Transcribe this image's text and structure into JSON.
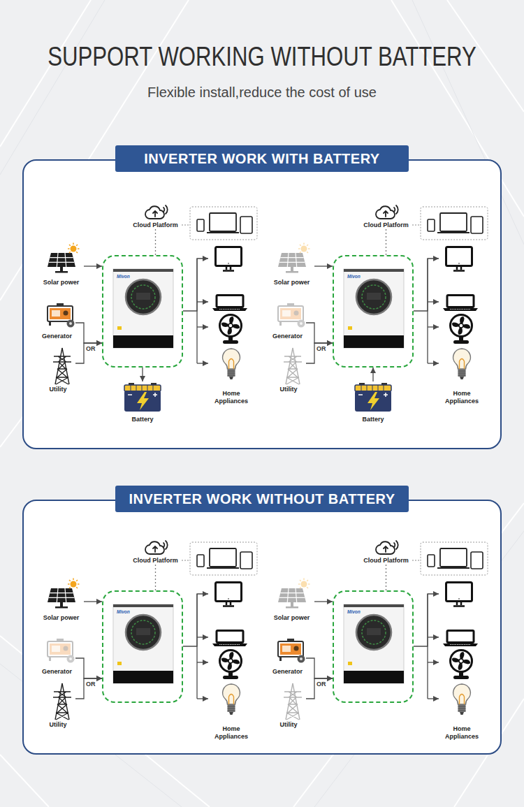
{
  "diagram": {
    "title": "SUPPORT WORKING WITHOUT BATTERY",
    "nodes": [
      {
        "text": [
          "INVERTER WORK WITH BATTERY"
        ]
      },
      {
        "text": [
          "Cloud Platform"
        ],
        "in": 0
      },
      {
        "text": [
          "Solar power"
        ],
        "in": 0
      },
      {
        "text": [
          "Generator"
        ],
        "in": 0
      },
      {
        "text": [
          "Utility"
        ],
        "in": 0
      },
      {
        "text": [
          "Mivon"
        ],
        "in": 0
      },
      {
        "text": [
          "Home Appliances"
        ],
        "in": 0
      },
      {
        "text": [
          "Battery"
        ],
        "in": 0
      },
      {
        "text": [
          "Cloud Platform"
        ],
        "in": 0
      },
      {
        "text": [
          "Solar power"
        ],
        "in": 0
      },
      {
        "text": [
          "Generator"
        ],
        "in": 0
      },
      {
        "text": [
          "Utility"
        ],
        "in": 0
      },
      {
        "text": [
          "Mivon"
        ],
        "in": 0
      },
      {
        "text": [
          "Home Appliances"
        ],
        "in": 0
      },
      {
        "text": [
          "Battery"
        ],
        "in": 0
      },
      {
        "text": [
          "INVERTER WORK WITHOUT BATTERY"
        ]
      },
      {
        "text": [
          "Cloud Platform"
        ],
        "in": 15
      },
      {
        "text": [
          "Solar power"
        ],
        "in": 15
      },
      {
        "text": [
          "Generator"
        ],
        "in": 15
      },
      {
        "text": [
          "Utility"
        ],
        "in": 15
      },
      {
        "text": [
          "Mivon"
        ],
        "in": 15
      },
      {
        "text": [
          "Home Appliances"
        ],
        "in": 15
      },
      {
        "text": [
          "Cloud Platform"
        ],
        "in": 15
      },
      {
        "text": [
          "Solar power"
        ],
        "in": 15
      },
      {
        "text": [
          "Generator"
        ],
        "in": 15
      },
      {
        "text": [
          "Utility"
        ],
        "in": 15
      },
      {
        "text": [
          "Mivon"
        ],
        "in": 15
      },
      {
        "text": [
          "Home Appliances"
        ],
        "in": 15
      }
    ],
    "edges": [
      {
        "from": 1,
        "to": 5,
        "arrow": "none"
      },
      {
        "from": 2,
        "to": 5,
        "arrow": "to"
      },
      {
        "from": 3,
        "to": 5,
        "arrow": "to"
      },
      {
        "from": 4,
        "to": 5,
        "arrow": "to"
      },
      {
        "from": 5,
        "to": 6,
        "arrow": "to"
      },
      {
        "from": 5,
        "to": 7,
        "arrow": "to"
      },
      {
        "from": 8,
        "to": 12,
        "arrow": "none"
      },
      {
        "from": 9,
        "to": 12,
        "arrow": "to"
      },
      {
        "from": 10,
        "to": 12,
        "arrow": "to"
      },
      {
        "from": 11,
        "to": 12,
        "arrow": "to"
      },
      {
        "from": 12,
        "to": 13,
        "arrow": "to"
      },
      {
        "from": 14,
        "to": 12,
        "arrow": "to"
      },
      {
        "from": 16,
        "to": 20,
        "arrow": "none"
      },
      {
        "from": 17,
        "to": 20,
        "arrow": "to"
      },
      {
        "from": 18,
        "to": 20,
        "arrow": "to"
      },
      {
        "from": 19,
        "to": 20,
        "arrow": "to"
      },
      {
        "from": 20,
        "to": 21,
        "arrow": "to"
      },
      {
        "from": 22,
        "to": 26,
        "arrow": "none"
      },
      {
        "from": 23,
        "to": 26,
        "arrow": "to"
      },
      {
        "from": 24,
        "to": 26,
        "arrow": "to"
      },
      {
        "from": 25,
        "to": 26,
        "arrow": "to"
      },
      {
        "from": 26,
        "to": 27,
        "arrow": "to"
      }
    ],
    "labels": [
      "Flexible install,reduce the cost of use",
      "OR",
      "OR",
      "OR",
      "OR"
    ]
  }
}
